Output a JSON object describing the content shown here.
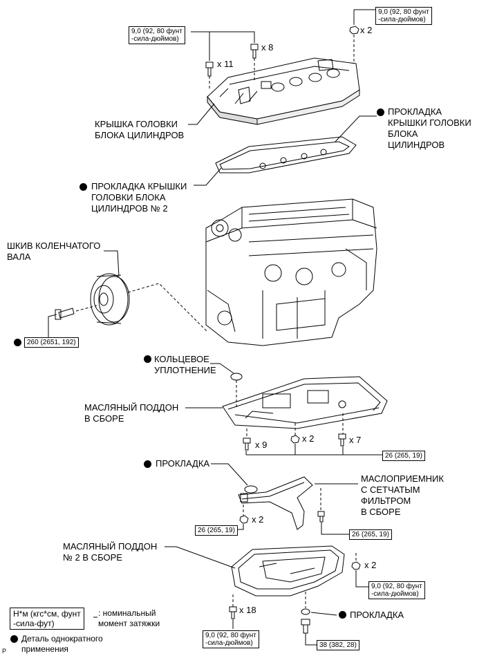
{
  "labels": {
    "cylinder_head_cover": [
      "КРЫШКА ГОЛОВКИ",
      "БЛОКА ЦИЛИНДРОВ"
    ],
    "head_cover_gasket": [
      "ПРОКЛАДКА",
      "КРЫШКИ ГОЛОВКИ",
      "БЛОКА",
      "ЦИЛИНДРОВ"
    ],
    "head_cover_gasket_no2": [
      "ПРОКЛАДКА КРЫШКИ",
      "ГОЛОВКИ БЛОКА",
      "ЦИЛИНДРОВ № 2"
    ],
    "crankshaft_pulley": [
      "ШКИВ КОЛЕНЧАТОГО",
      "ВАЛА"
    ],
    "o_ring": [
      "КОЛЬЦЕВОЕ",
      "УПЛОТНЕНИЕ"
    ],
    "oil_pan": [
      "МАСЛЯНЫЙ ПОДДОН",
      "В СБОРЕ"
    ],
    "gasket_mid": "ПРОКЛАДКА",
    "oil_strainer": [
      "МАСЛОПРИЕМНИК",
      "С СЕТЧАТЫМ",
      "ФИЛЬТРОМ",
      "В СБОРЕ"
    ],
    "oil_pan_no2": [
      "МАСЛЯНЫЙ ПОДДОН",
      "№ 2 В СБОРЕ"
    ],
    "gasket_bottom": "ПРОКЛАДКА"
  },
  "torques": {
    "head_cover_bolts": [
      "9,0 (92, 80 фунт",
      "-сила-дюймов)"
    ],
    "top_right": [
      "9,0 (92, 80 фунт",
      "-сила-дюймов)"
    ],
    "pulley_bolt": "260 (2651, 192)",
    "oil_pan_bolts": "26 (265, 19)",
    "strainer_left": "26 (265, 19)",
    "strainer_right": "26 (265, 19)",
    "oil_pan2_right": [
      "9,0 (92, 80 фунт",
      "-сила-дюймов)"
    ],
    "oil_pan2_bottom": [
      "9,0 (92, 80 фунт",
      "-сила-дюймов)"
    ],
    "drain_plug": "38 (382, 28)"
  },
  "quantities": {
    "x11": "x 11",
    "x8": "x 8",
    "x2_top": "x 2",
    "x9": "x 9",
    "x2_pan": "x 2",
    "x7": "x 7",
    "x2_strainer": "x 2",
    "x2_pan2": "x 2",
    "x18": "x 18"
  },
  "legend": {
    "unit_box": [
      "Н*м (кгс*см, фунт",
      "-сила-фут)"
    ],
    "unit_desc": [
      ": номинальный",
      "момент затяжки"
    ],
    "single_use": [
      "Деталь однократного",
      "применения"
    ]
  },
  "corner_mark": "P"
}
